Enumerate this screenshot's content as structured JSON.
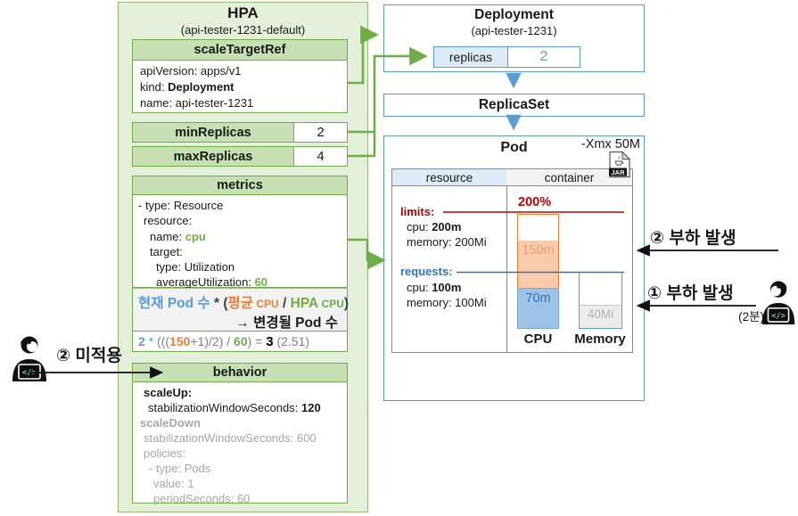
{
  "colors": {
    "accent_green": "#70ad47",
    "green_fill": "#c6e0b4",
    "accent_blue": "#5b9bd5",
    "blue_fill": "#deebf7",
    "limit_red": "#c00000",
    "load_orange": "#ed7d31"
  },
  "hpa": {
    "title": "HPA",
    "subtitle": "(api-tester-1231-default)",
    "scale_target_ref": {
      "header": "scaleTargetRef",
      "line1": "apiVersion: apps/v1",
      "line2_label": "kind: ",
      "line2_value": "Deployment",
      "line3": "name: api-tester-1231"
    },
    "min_replicas": {
      "label": "minReplicas",
      "value": "2"
    },
    "max_replicas": {
      "label": "maxReplicas",
      "value": "4"
    },
    "metrics": {
      "header": "metrics",
      "line1": "- type: Resource",
      "line2": "resource:",
      "line3_label": "name: ",
      "line3_value": "cpu",
      "line4": "target:",
      "line5": "type: Utilization",
      "line6_label": "averageUtilization: ",
      "line6_value": "60"
    },
    "formula": {
      "current": "현재",
      "pod_count": " Pod 수",
      "mult": " * (",
      "avg": "평균",
      "avg_cpu": " CPU",
      "divide": " / ",
      "hpa": "HPA",
      "hpa_cpu": " CPU",
      "close": ")",
      "result": "→ 변경될 Pod 수",
      "calc_first": "2",
      "calc_mult": " * ",
      "calc_open": "(((",
      "calc_usage": "150",
      "calc_mid": "+1)/2)",
      "calc_div": " / ",
      "calc_target": "60",
      "calc_eq": ") = ",
      "calc_result": "3",
      "calc_decimal": " (2.51)"
    },
    "behavior": {
      "header": "behavior",
      "scale_up_label": "scaleUp:",
      "scale_up_window_label": "stabilizationWindowSeconds: ",
      "scale_up_window_value": "120",
      "scale_down_label": "scaleDown",
      "scale_down_window": "stabilizationWindowSeconds: 600",
      "policies": "policies:",
      "policy_type": "- type: Pods",
      "policy_value": "value: 1",
      "policy_period": "periodSeconds: 60"
    }
  },
  "deployment": {
    "title": "Deployment",
    "subtitle": "(api-tester-1231)",
    "replicas_label": "replicas",
    "replicas_value": "2"
  },
  "replicaset": {
    "title": "ReplicaSet"
  },
  "pod": {
    "title": "Pod",
    "jvm_option": "-Xmx 50M",
    "jar_label": "JAR",
    "table": {
      "col_resource": "resource",
      "col_container": "container"
    },
    "limits": {
      "label": "limits:",
      "cpu_label": "cpu: ",
      "cpu_value": "200m",
      "memory": "memory: 200Mi",
      "percent": "200%"
    },
    "requests": {
      "label": "requests:",
      "cpu_label": "cpu: ",
      "cpu_value": "100m",
      "memory": "memory: 100Mi"
    },
    "bars": {
      "cpu_load": "150m",
      "cpu_base": "70m",
      "memory_usage": "40Mi",
      "cpu_axis": "CPU",
      "memory_axis": "Memory"
    }
  },
  "annotations": {
    "load2": "② 부하 발생",
    "load1": "① 부하 발생",
    "load1_sub": "(2분)",
    "not_applied": "② 미적용"
  }
}
